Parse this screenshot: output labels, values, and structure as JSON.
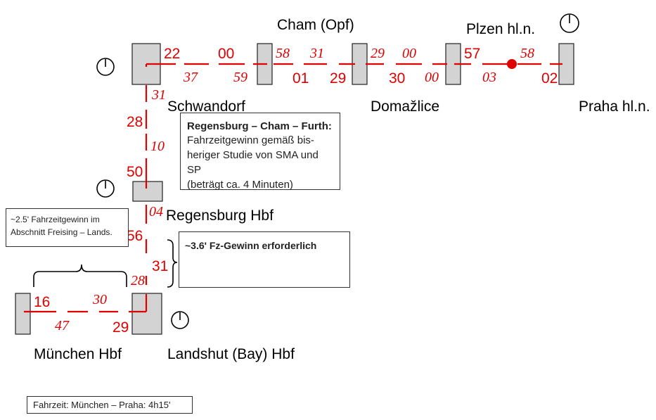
{
  "stations": {
    "cham": "Cham (Opf)",
    "plzen": "Plzen hl.n.",
    "schwandorf": "Schwandorf",
    "domazlice": "Domažlice",
    "praha": "Praha hl.n.",
    "regensburg": "Regensburg Hbf",
    "muenchen": "München Hbf",
    "landshut": "Landshut (Bay) Hbf"
  },
  "times": {
    "sch_dep": "22",
    "top_01": "37",
    "top_02": "00",
    "top_03": "59",
    "cham_arr": "58",
    "top_04": "01",
    "top_05": "31",
    "top_06": "29",
    "dom_arr": "29",
    "top_07": "30",
    "top_08": "00",
    "top_09": "00",
    "plz_arr": "57",
    "top_10": "03",
    "top_11": "58",
    "top_12": "02",
    "v_01": "31",
    "v_02": "28",
    "v_03": "10",
    "v_04": "50",
    "v_05": "04",
    "v_06": "56",
    "v_07": "31",
    "v_08": "28",
    "b_01": "16",
    "b_02": "47",
    "b_03": "30",
    "b_04": "29"
  },
  "notes": {
    "rcf_title": "Regensburg – Cham – Furth:",
    "rcf_body": "Fahrzeitgewinn gemäß bis-\nheriger Studie von SMA und SP\n(beträgt ca. 4 Minuten)",
    "freising": "~2.5' Fahrzeitgewinn im\nAbschnitt Freising – Lands.",
    "required": "~3.6' Fz-Gewinn erforderlich",
    "total": "Fahrzeit: München – Praha: 4h15'"
  },
  "colors": {
    "track": "#e00000",
    "station_fill": "#d3d3d3"
  }
}
